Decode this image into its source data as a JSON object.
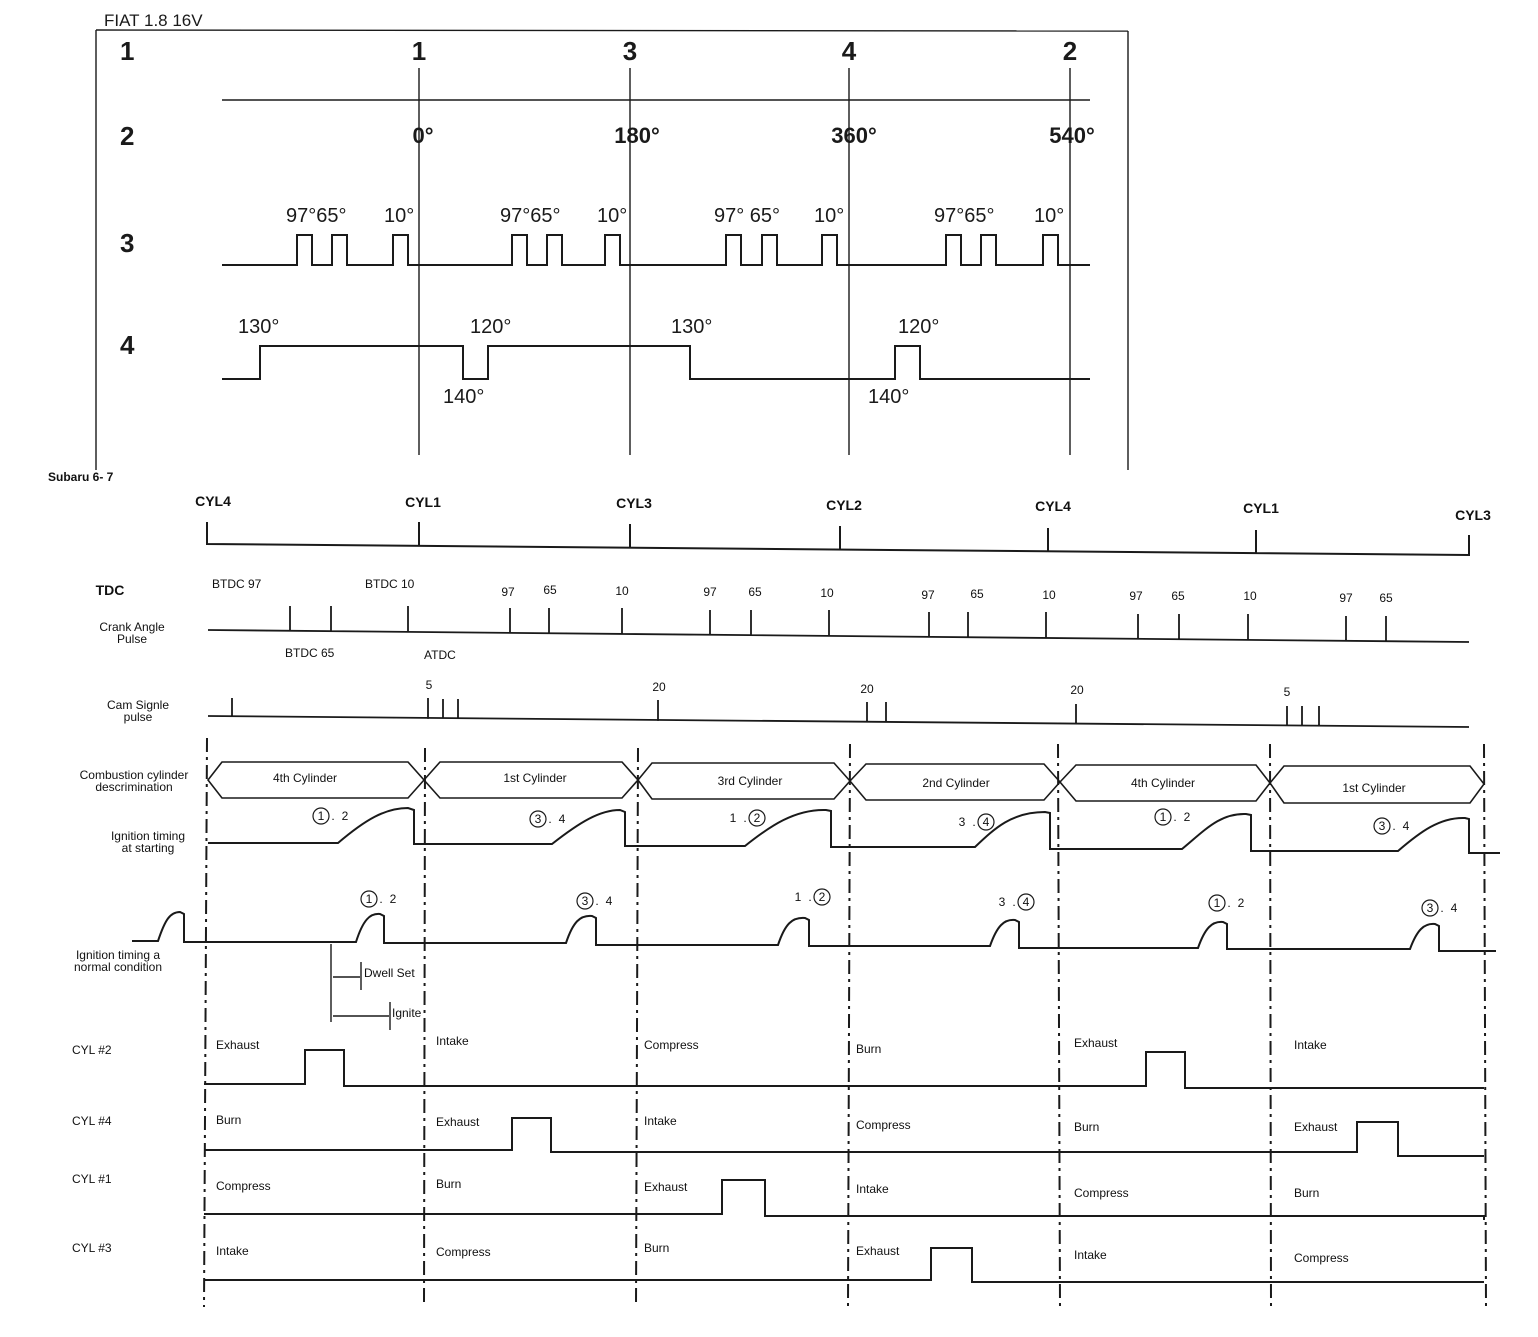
{
  "fiat": {
    "title": "FIAT 1.8 16V",
    "row_labels": [
      "1",
      "2",
      "3",
      "4"
    ],
    "firing_order": [
      "1",
      "3",
      "4",
      "2"
    ],
    "degrees": [
      "0°",
      "180°",
      "360°",
      "540°"
    ],
    "pulse_labels": [
      "97°65°",
      "10°",
      "97°65°",
      "10°",
      "97° 65°",
      "10°",
      "97°65°",
      "10°"
    ],
    "cam_labels_top": [
      "130°",
      "120°",
      "130°",
      "120°"
    ],
    "cam_labels_bottom": [
      "140°",
      "140°"
    ]
  },
  "subaru": {
    "title": "Subaru 6- 7",
    "cylinder_sequence": [
      "CYL4",
      "CYL1",
      "CYL3",
      "CYL2",
      "CYL4",
      "CYL1",
      "CYL3"
    ],
    "row_labels": {
      "tdc": "TDC",
      "crank_angle_pulse": "Crank Angle\nPulse",
      "cam_signal_pulse": "Cam Signle\npulse",
      "combustion_discrimination": "Combustion cylinder\ndescrimination",
      "ignition_starting": "Ignition timing\nat starting",
      "ignition_normal": "Ignition timing a\nnormal condition",
      "cyl2": "CYL #2",
      "cyl4": "CYL #4",
      "cyl1": "CYL #1",
      "cyl3": "CYL #3"
    },
    "crank_annotations": {
      "btdc97": "BTDC 97",
      "btdc10": "BTDC 10",
      "btdc65": "BTDC 65",
      "atdc": "ATDC"
    },
    "crank_tick_labels": [
      "97",
      "65",
      "10",
      "97",
      "65",
      "10",
      "97",
      "65",
      "10",
      "97",
      "65",
      "10",
      "97",
      "65"
    ],
    "cam_pulse_labels": [
      "5",
      "20",
      "20",
      "20",
      "5"
    ],
    "combustion_cylinders": [
      "4th Cylinder",
      "1st Cylinder",
      "3rd Cylinder",
      "2nd Cylinder",
      "4th Cylinder",
      "1st Cylinder"
    ],
    "ignition_pairs": [
      {
        "a": "1",
        "b": "2",
        "circled": "a"
      },
      {
        "a": "3",
        "b": "4",
        "circled": "a"
      },
      {
        "a": "1",
        "b": "2",
        "circled": "b"
      },
      {
        "a": "3",
        "b": "4",
        "circled": "b"
      },
      {
        "a": "1",
        "b": "2",
        "circled": "a"
      },
      {
        "a": "3",
        "b": "4",
        "circled": "a"
      }
    ],
    "dwell_labels": {
      "dwell_set": "Dwell Set",
      "ignite": "Ignite"
    },
    "strokes": {
      "cyl2": [
        "Exhaust",
        "Intake",
        "Compress",
        "Burn",
        "Exhaust",
        "Intake"
      ],
      "cyl4": [
        "Burn",
        "Exhaust",
        "Intake",
        "Compress",
        "Burn",
        "Exhaust"
      ],
      "cyl1": [
        "Compress",
        "Burn",
        "Exhaust",
        "Intake",
        "Compress",
        "Burn"
      ],
      "cyl3": [
        "Intake",
        "Compress",
        "Burn",
        "Exhaust",
        "Intake",
        "Compress"
      ]
    }
  }
}
